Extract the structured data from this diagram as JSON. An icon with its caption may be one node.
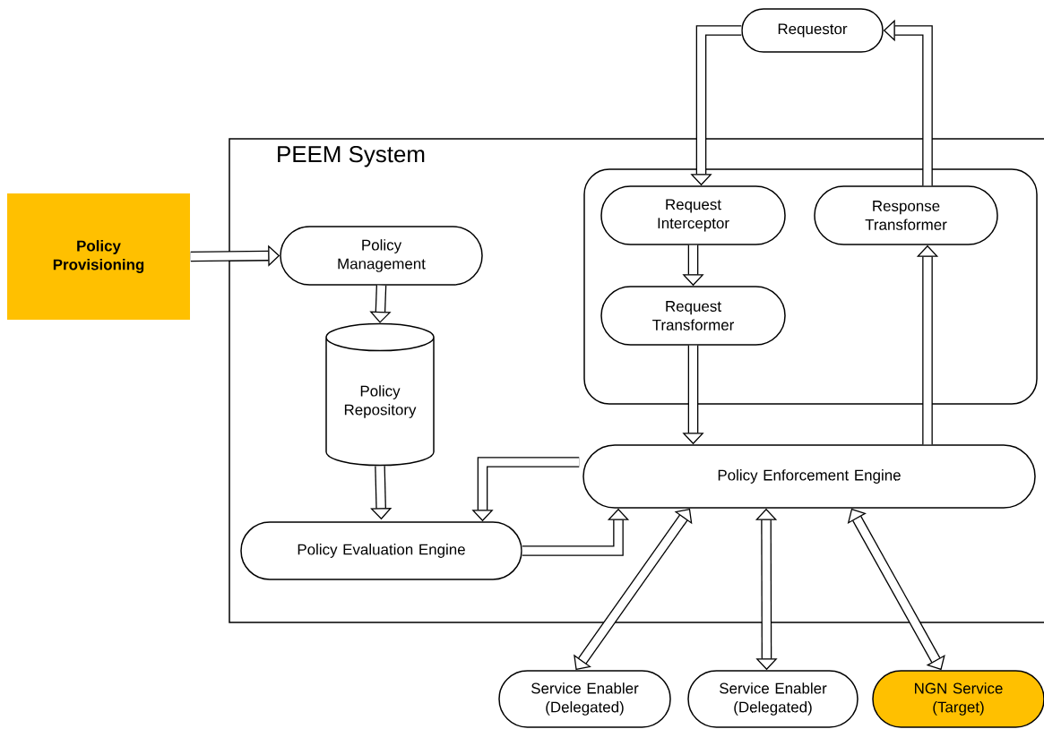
{
  "diagram": {
    "nodes": [
      {
        "text": [
          "Policy Provisioning"
        ]
      },
      {
        "text": [
          "PEEM System"
        ]
      },
      {
        "text": [],
        "shape": "box",
        "in": 1
      },
      {
        "text": [
          "Requestor"
        ]
      },
      {
        "text": [
          "Policy Management"
        ],
        "in": 1
      },
      {
        "text": [
          "Policy Repository"
        ],
        "in": 1
      },
      {
        "text": [
          "Policy Evaluation Engine"
        ],
        "in": 1
      },
      {
        "text": [
          "Request Interceptor"
        ],
        "in": 2
      },
      {
        "text": [
          "Response Transformer"
        ],
        "in": 2
      },
      {
        "text": [
          "Request Transformer"
        ],
        "in": 2
      },
      {
        "text": [
          "Policy Enforcement Engine"
        ],
        "in": 1
      },
      {
        "text": [
          "Service Enabler (Delegated)"
        ]
      },
      {
        "text": [
          "Service Enabler (Delegated)"
        ]
      },
      {
        "text": [
          "NGN Service (Target)"
        ]
      }
    ],
    "edges": [
      {
        "from": 0,
        "to": 4,
        "arrow": "to"
      },
      {
        "from": 4,
        "to": 5,
        "arrow": "to"
      },
      {
        "from": 5,
        "to": 6,
        "arrow": "to"
      },
      {
        "from": 10,
        "to": 6,
        "arrow": "to"
      },
      {
        "from": 6,
        "to": 10,
        "arrow": "to"
      },
      {
        "from": 3,
        "to": 7,
        "arrow": "to"
      },
      {
        "from": 8,
        "to": 3,
        "arrow": "to"
      },
      {
        "from": 7,
        "to": 9,
        "arrow": "to"
      },
      {
        "from": 9,
        "to": 10,
        "arrow": "to"
      },
      {
        "from": 10,
        "to": 8,
        "arrow": "to"
      },
      {
        "from": 10,
        "to": 11,
        "arrow": "both"
      },
      {
        "from": 10,
        "to": 12,
        "arrow": "both"
      },
      {
        "from": 10,
        "to": 13,
        "arrow": "both"
      }
    ]
  }
}
